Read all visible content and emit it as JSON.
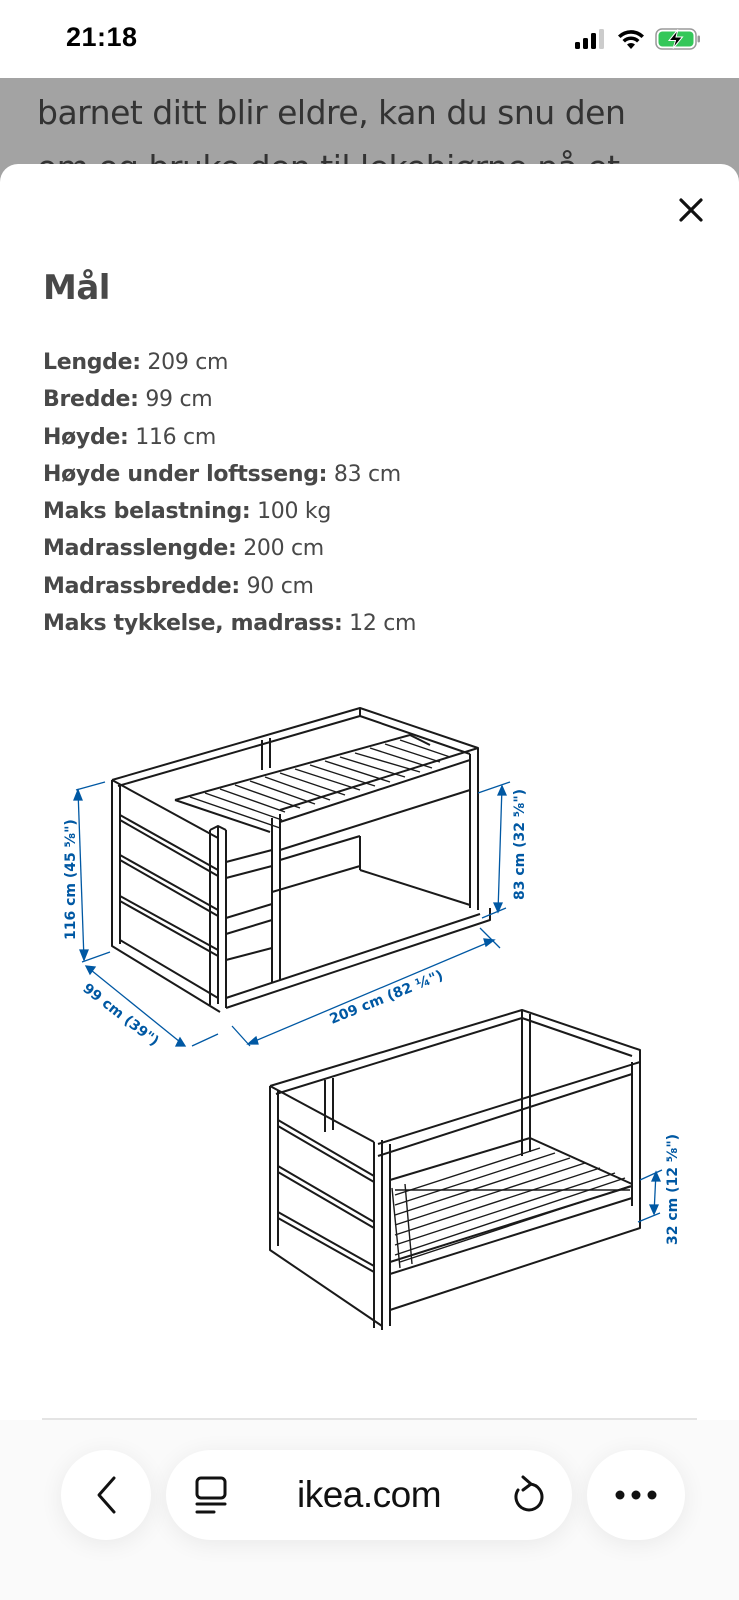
{
  "status_bar": {
    "time": "21:18",
    "icons": [
      "cellular-signal-icon",
      "wifi-icon",
      "battery-charging-icon"
    ],
    "battery_color": "#34c759"
  },
  "background_page": {
    "lines": [
      "barnet ditt blir eldre, kan du snu den",
      "om og bruke den til lekehjørne på et"
    ]
  },
  "sheet": {
    "close_icon": "close-icon",
    "title": "Mål",
    "specs": [
      {
        "label": "Lengde:",
        "value": "209 cm"
      },
      {
        "label": "Bredde:",
        "value": "99 cm"
      },
      {
        "label": "Høyde:",
        "value": "116 cm"
      },
      {
        "label": "Høyde under loftsseng:",
        "value": "83 cm"
      },
      {
        "label": "Maks belastning:",
        "value": "100 kg"
      },
      {
        "label": "Madrasslengde:",
        "value": "200 cm"
      },
      {
        "label": "Madrassbredde:",
        "value": "90 cm"
      },
      {
        "label": "Maks tykkelse, madrass:",
        "value": "12 cm"
      }
    ],
    "diagram": {
      "dimension_color": "#0058a3",
      "labels": {
        "height": "116 cm (45 ⅝\")",
        "width": "99 cm (39\")",
        "length": "209 cm (82 ¼\")",
        "under_height": "83 cm (32 ⅝\")",
        "low_height": "32 cm (12 ⅝\")"
      }
    }
  },
  "browser_toolbar": {
    "back_icon": "chevron-left-icon",
    "tabs_icon": "page-menu-icon",
    "url": "ikea.com",
    "reload_icon": "reload-icon",
    "more_icon": "more-icon"
  }
}
